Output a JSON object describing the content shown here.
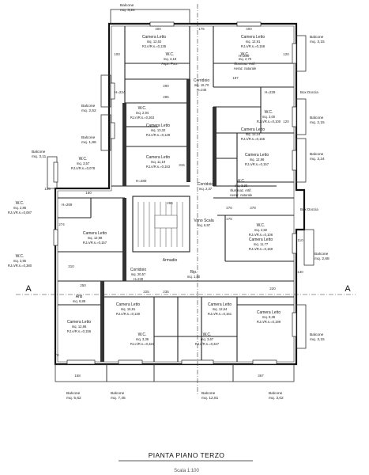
{
  "title": "PIANTA PIANO TERZO",
  "scale": "Scala 1:100",
  "section_mark": "A",
  "rooms": {
    "cam1": {
      "name": "Camera Letto",
      "area": "mq. 12,62",
      "ratio": "RJ.n/R.s.=0,135"
    },
    "cam2": {
      "name": "Camera Letto",
      "area": "mq. 12,91",
      "ratio": "RJ.n/R.s.=0,158"
    },
    "wc1": {
      "name": "W.C.",
      "area": "mq. 3,18",
      "extra": "Aspir. Forz."
    },
    "wc2": {
      "name": "W.C.",
      "area": "mq. 2,70",
      "extra": "Illuminaz. Artif.",
      "extra2": "Aeraz. naturale"
    },
    "corr1": {
      "name": "Corridoio",
      "area": "mq. 16,70",
      "h": "H=240"
    },
    "wc3": {
      "name": "W.C.",
      "area": "mq. 2,94",
      "ratio": "RJ.n/R.s.=0,263"
    },
    "cam3": {
      "name": "Camera Letto",
      "area": "mq. 13,32",
      "ratio": "RJ.n/R.s.=0,129"
    },
    "wc4": {
      "name": "W.C.",
      "area": "mq. 3,00",
      "ratio": "RJ.n/R.s.=0,100"
    },
    "cam4": {
      "name": "Camera Letto",
      "area": "mq. 13,14",
      "ratio": "RJ.n/R.s.=0,155"
    },
    "cam5": {
      "name": "Camera Letto",
      "area": "mq. 11,19",
      "ratio": "RJ.n/R.s.=0,153"
    },
    "cam6": {
      "name": "Camera Letto",
      "area": "mq. 12,96",
      "ratio": "RJ.n/R.s.=0,157"
    },
    "wc5": {
      "name": "W.C.",
      "area": "mq. 3,57",
      "ratio": "RJ.n/R.s.=0,078"
    },
    "corr2": {
      "name": "Corridoio",
      "area": "mq. 2,37"
    },
    "wc6": {
      "name": "W.C.",
      "area": "mq. 3,30",
      "extra": "Illuminaz. Artif.",
      "extra2": "Aeraz. naturale"
    },
    "cam7": {
      "name": "Camera Letto",
      "area": "mq. 12,98",
      "ratio": "RJ.n/R.s.=0,157"
    },
    "vano": {
      "name": "Vano Scala",
      "area": "mq. 6,97"
    },
    "wc7": {
      "name": "W.C.",
      "area": "mq. 2,82",
      "ratio": "RJ.n/R.s.=0,106"
    },
    "cam8": {
      "name": "Camera Letto",
      "area": "mq. 11,77",
      "ratio": "RJ.n/R.s.=0,159"
    },
    "armadio": {
      "name": "Armadio"
    },
    "corr3": {
      "name": "Corridoio",
      "area": "mq. 20,57",
      "h": "H=240"
    },
    "rip": {
      "name": "Rip.",
      "area": "mq. 1,80"
    },
    "wc8": {
      "name": "W.C.",
      "area": "mq. 3,95",
      "ratio": "RJ.n/R.s.=0,380"
    },
    "anti": {
      "name": "Anti",
      "area": "mq. 6,89"
    },
    "cam9": {
      "name": "Camera Letto",
      "area": "mq. 15,91",
      "ratio": "RJ.n/R.s.=0,130"
    },
    "cam10": {
      "name": "Camera Letto",
      "area": "mq. 12,64",
      "ratio": "RJ.n/R.s.=0,161"
    },
    "cam11": {
      "name": "Camera Letto",
      "area": "mq. 9,38",
      "ratio": "RJ.n/R.s.=0,199"
    },
    "cam12": {
      "name": "Camera Letto",
      "area": "mq. 12,86",
      "ratio": "RJ.n/R.s.=0,155"
    },
    "wc9": {
      "name": "W.C.",
      "area": "mq. 3,36",
      "ratio": "RJ.n/R.s.=0,321"
    },
    "wc10": {
      "name": "W.C.",
      "area": "mq. 3,67",
      "ratio": "RJ.n/R.s.=0,327"
    },
    "wc11": {
      "name": "W.C.",
      "area": "mq. 2,86",
      "ratio": "RJ.n/R.s.=0,087"
    }
  },
  "balconies": {
    "b_top": {
      "name": "Balcone",
      "area": "mq. 3,24"
    },
    "b_r1": {
      "name": "Balcone",
      "area": "mq. 3,15"
    },
    "b_l1": {
      "name": "Balcone",
      "area": "mq. 2,52"
    },
    "b_r2": {
      "name": "Balcone",
      "area": "mq. 2,15"
    },
    "b_l2": {
      "name": "Balcone",
      "area": "mq. 1,86"
    },
    "b_r3": {
      "name": "Balcone",
      "area": "mq. 3,24"
    },
    "b_l3": {
      "name": "Balcone",
      "area": "mq. 3,11"
    },
    "b_r4": {
      "name": "Balcone",
      "area": "mq. 2,68"
    },
    "b_r5": {
      "name": "Balcone",
      "area": "mq. 3,15"
    },
    "b_bot1": {
      "name": "Balcone",
      "area": "mq. 5,62"
    },
    "b_bot2": {
      "name": "Balcone",
      "area": "mq. 7,45"
    },
    "b_bot3": {
      "name": "Balcone",
      "area": "mq. 12,81"
    },
    "b_bot4": {
      "name": "Balcone",
      "area": "mq. 3,02"
    }
  },
  "tags": {
    "box_top": "Box Doccia",
    "box_bot": "Box Doccia",
    "h1": "H=280",
    "h2": "H=224",
    "h3": "H=229",
    "h4": "H=269",
    "h5": "H=280"
  },
  "dims": {
    "d400a": "400",
    "d400b": "400",
    "d175": "175",
    "d120a": "120",
    "d120b": "120",
    "d290": "290",
    "d285": "285",
    "d197": "197",
    "d158": "158",
    "d367": "367",
    "d310": "310",
    "d315": "315",
    "d225": "225",
    "d250": "250",
    "d160": "160",
    "d220": "220",
    "d125": "125",
    "d110": "110",
    "d130": "130",
    "d100": "100",
    "d70": "70",
    "d265": "265",
    "d378": "378",
    "d274": "274",
    "d276": "276",
    "d275": "275",
    "d235": "235"
  }
}
